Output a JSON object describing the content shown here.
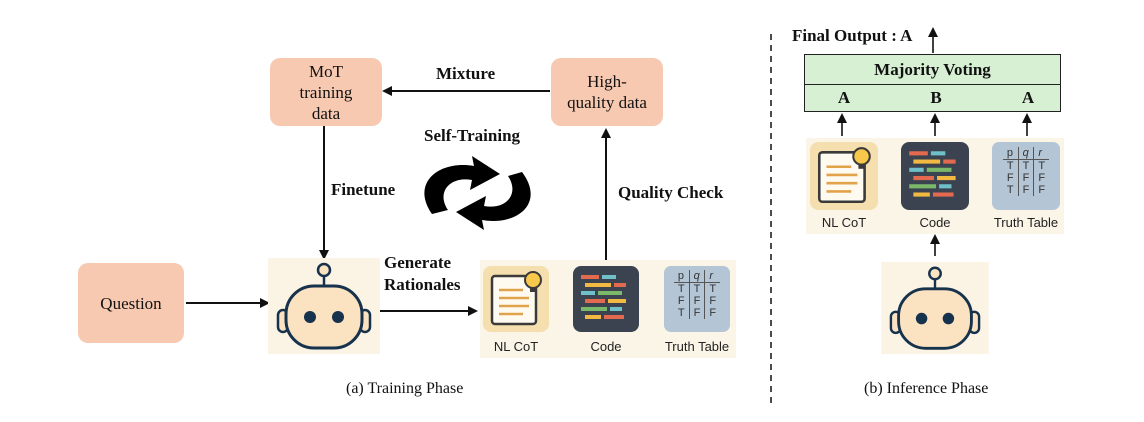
{
  "training": {
    "nodes": {
      "mot_line1": "MoT",
      "mot_line2": "training",
      "mot_line3": "data",
      "hq_line1": "High-",
      "hq_line2": "quality data",
      "question": "Question"
    },
    "edges": {
      "mixture": "Mixture",
      "self_training": "Self-Training",
      "finetune": "Finetune",
      "quality_check": "Quality Check",
      "generate_line1": "Generate",
      "generate_line2": "Rationales"
    },
    "tiles": {
      "nl_cot": "NL CoT",
      "code": "Code",
      "truth_table": "Truth Table"
    },
    "caption": "(a) Training Phase"
  },
  "inference": {
    "final_output": "Final Output : A",
    "voting_title": "Majority Voting",
    "votes": [
      "A",
      "B",
      "A"
    ],
    "tiles": {
      "nl_cot": "NL CoT",
      "code": "Code",
      "truth_table": "Truth Table"
    },
    "caption": "(b) Inference Phase"
  },
  "truth_table": {
    "headers": [
      "p",
      "q",
      "r"
    ],
    "rows": [
      [
        "T",
        "T",
        "T"
      ],
      [
        "F",
        "F",
        "F"
      ],
      [
        "T",
        "F",
        "F"
      ]
    ]
  },
  "colors": {
    "node_fill": "#f7c9b1",
    "voting_fill": "#d7f0d3",
    "panel_bg": "#fbf5e8",
    "robot_face": "#fbe3c2",
    "robot_outline": "#16324d"
  }
}
